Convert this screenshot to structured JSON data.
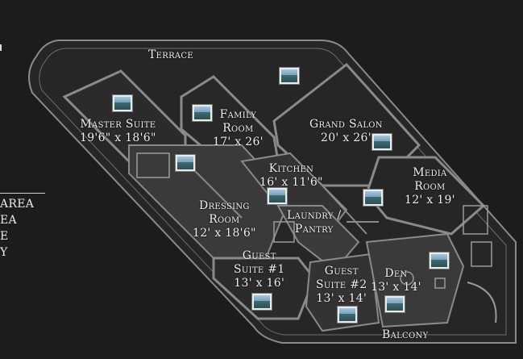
{
  "labels": {
    "terrace": "Terrace",
    "balcony": "Balcony",
    "master_suite": {
      "name": "Master Suite",
      "dim": "19'6\" x 18'6\""
    },
    "family_room": {
      "name1": "Family",
      "name2": "Room",
      "dim": "17' x 26'"
    },
    "grand_salon": {
      "name": "Grand Salon",
      "dim": "20' x 26'"
    },
    "kitchen": {
      "name": "Kitchen",
      "dim": "16' x 11'6\""
    },
    "media_room": {
      "name1": "Media",
      "name2": "Room",
      "dim": "12' x 19'"
    },
    "dressing_room": {
      "name1": "Dressing",
      "name2": "Room",
      "dim": "12' x 18'6\""
    },
    "laundry": {
      "name1": "Laundry /",
      "name2": "Pantry"
    },
    "guest_suite_1": {
      "name1": "Guest",
      "name2": "Suite #1",
      "dim": "13' x 16'"
    },
    "guest_suite_2": {
      "name1": "Guest",
      "name2": "Suite #2",
      "dim": "13' x 14'"
    },
    "den": {
      "name": "Den",
      "dim": "13' x 14'"
    }
  },
  "legend_fragments": [
    "AREA",
    "EA",
    "E",
    "Y"
  ],
  "photo_icons": [
    "photo-icon-terrace",
    "photo-icon-master-suite",
    "photo-icon-family-room",
    "photo-icon-grand-salon",
    "photo-icon-dressing",
    "photo-icon-kitchen",
    "photo-icon-media-room",
    "photo-icon-den",
    "photo-icon-guest-suite-1",
    "photo-icon-guest-suite-2",
    "photo-icon-den-balcony"
  ],
  "colors": {
    "background": "#1c1c1c",
    "walls": "#8a8a8a",
    "floor": "#2a2a2a",
    "accent_floor": "#3a3a3a",
    "text": "#f0f0f0"
  }
}
